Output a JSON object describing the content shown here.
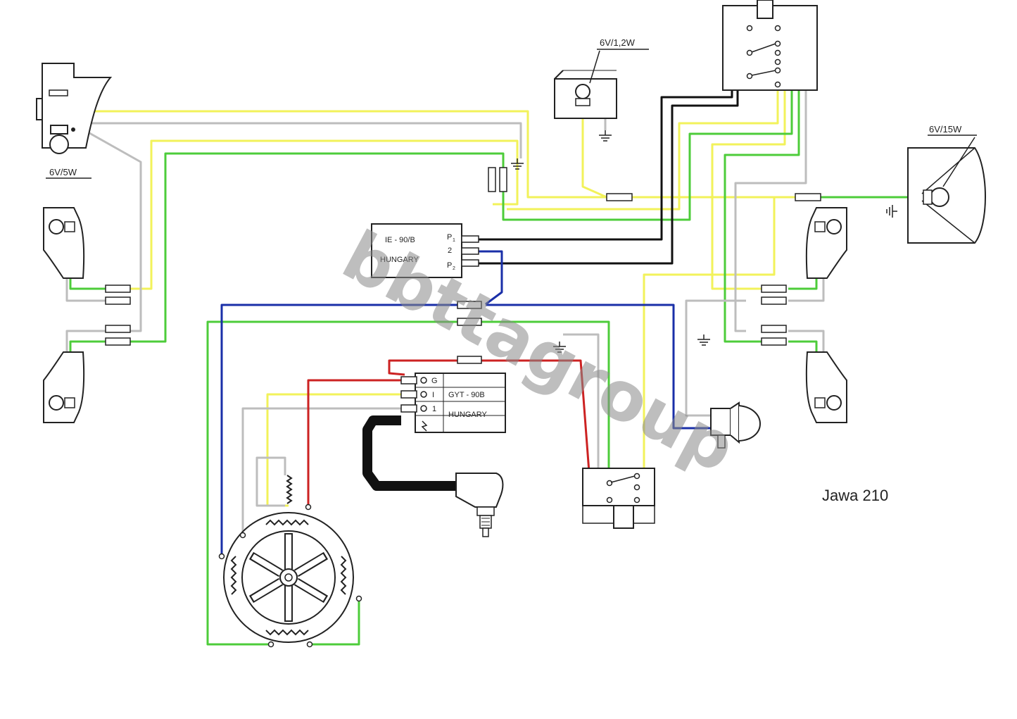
{
  "diagram": {
    "title": "Jawa 210",
    "watermark": "bbttagroup",
    "labels": {
      "tail_bulb": "6V/5W",
      "indicator_bulb": "6V/1,2W",
      "head_bulb": "6V/15W"
    },
    "regulator": {
      "name": "IE - 90/B",
      "origin": "HUNGARY",
      "terminal_p1": "P",
      "terminal_p1_sub": "1",
      "terminal_2": "2",
      "terminal_p2": "P",
      "terminal_p2_sub": "2"
    },
    "ignition_coil": {
      "name": "GYT - 90B",
      "origin": "HUNGARY",
      "terminals": [
        "G",
        "I",
        "1"
      ]
    },
    "wire_colors": {
      "yellow": "#f2f25a",
      "green": "#4dcc3a",
      "gray": "#bdbdbd",
      "black": "#111111",
      "blue": "#1a2fa8",
      "red": "#cc2222",
      "hv_lead": "#111111"
    }
  }
}
